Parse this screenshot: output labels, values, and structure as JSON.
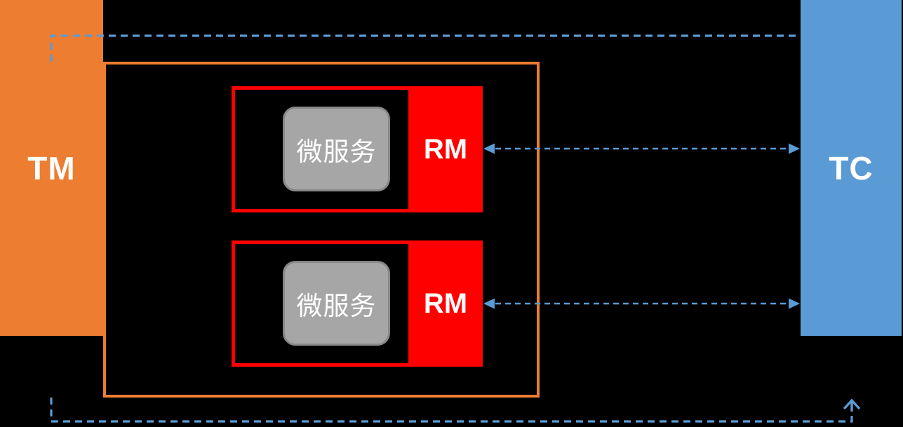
{
  "diagram": {
    "nodes": {
      "tm": {
        "label": "TM"
      },
      "tc": {
        "label": "TC"
      },
      "rm_groups": [
        {
          "rm_label": "RM",
          "service_label": "微服务"
        },
        {
          "rm_label": "RM",
          "service_label": "微服务"
        }
      ]
    },
    "connectors": [
      {
        "from": "TM",
        "to": "TC",
        "route": "top",
        "line": "dashed",
        "arrowheads": "open chevron at TC"
      },
      {
        "from": "TM",
        "to": "TC",
        "route": "bottom",
        "line": "dashed",
        "arrowheads": "open chevron at TC"
      },
      {
        "from": "RM-1",
        "to": "TC",
        "route": "middle-upper",
        "line": "dashed",
        "arrowheads": "filled triangles both ends"
      },
      {
        "from": "RM-2",
        "to": "TC",
        "route": "middle-lower",
        "line": "dashed",
        "arrowheads": "filled triangles both ends"
      }
    ],
    "colors": {
      "canvas_bg": "#000000",
      "tm_fill": "#ED7D31",
      "frame_border": "#ED7D31",
      "tc_fill": "#5B9BD5",
      "rm_fill": "#FF0000",
      "service_fill": "#A6A6A6",
      "service_border": "#888888",
      "connector": "#5B9BD5",
      "label_text": "#FFFFFF"
    }
  }
}
